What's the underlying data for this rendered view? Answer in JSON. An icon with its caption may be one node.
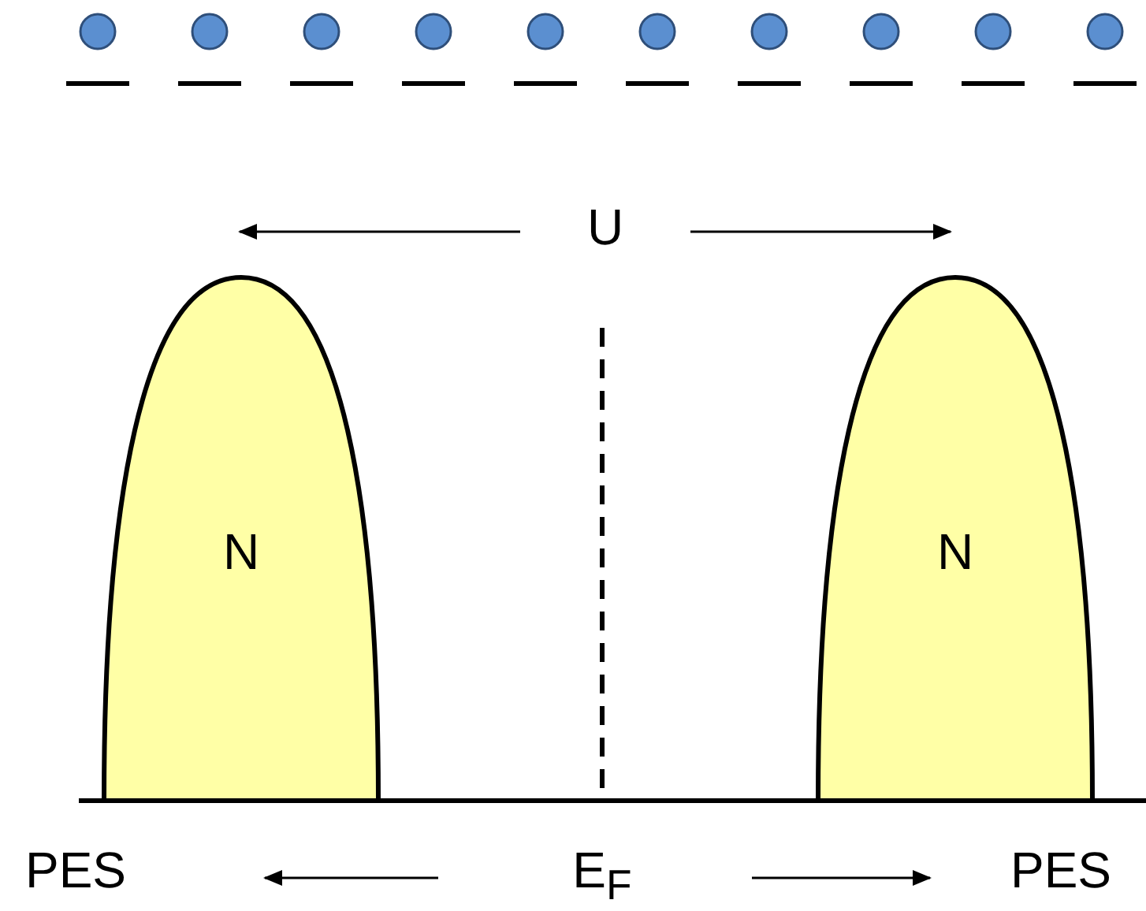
{
  "diagram": {
    "nodes": [
      {
        "text": [
          "N"
        ]
      },
      {
        "text": [
          "N"
        ]
      }
    ],
    "labels": [
      "U",
      "PES",
      "E$_{F}$",
      "PES"
    ]
  }
}
